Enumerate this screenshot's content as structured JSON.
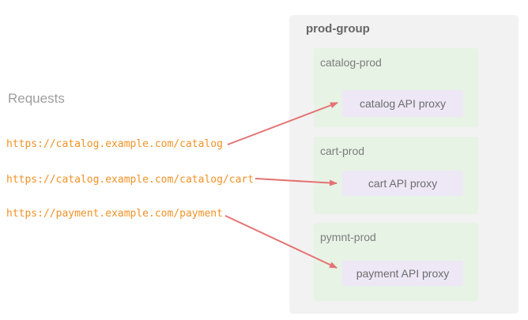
{
  "requests": {
    "title": "Requests",
    "urls": [
      "https://catalog.example.com/catalog",
      "https://catalog.example.com/catalog/cart",
      "https://payment.example.com/payment"
    ]
  },
  "prod_group": {
    "label": "prod-group",
    "environments": [
      {
        "name": "catalog-prod",
        "proxy": "catalog API proxy"
      },
      {
        "name": "cart-prod",
        "proxy": "cart API proxy"
      },
      {
        "name": "pymnt-prod",
        "proxy": "payment API proxy"
      }
    ]
  },
  "colors": {
    "arrow": "#e57373",
    "url_text": "#f19226",
    "requests_title_text": "#9e9e9e",
    "group_box_bg": "#f2f2f2",
    "group_label_text": "#666666",
    "env_box_bg": "#e7f3e5",
    "env_label_text": "#7d7d7d",
    "proxy_box_bg": "#ede7f6",
    "proxy_label_text": "#6d6d6d"
  }
}
